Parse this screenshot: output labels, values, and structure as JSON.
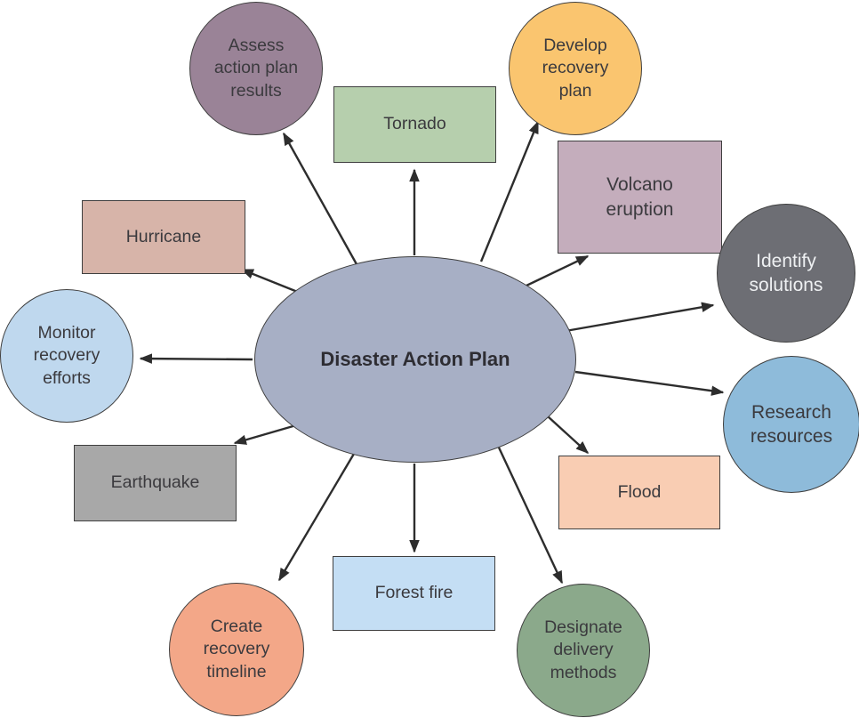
{
  "diagram": {
    "center": {
      "label": "Disaster Action Plan",
      "fill": "#a7afc5",
      "shape": "ellipse"
    },
    "nodes": {
      "assess": {
        "label": "Assess action plan results",
        "fill": "#9a8397",
        "shape": "circle"
      },
      "tornado": {
        "label": "Tornado",
        "fill": "#b6cfad",
        "shape": "rectangle"
      },
      "develop": {
        "label": "Develop recovery plan",
        "fill": "#fac56f",
        "shape": "circle"
      },
      "volcano": {
        "label": "Volcano eruption",
        "fill": "#c4adbc",
        "shape": "rectangle"
      },
      "hurricane": {
        "label": "Hurricane",
        "fill": "#d7b4a9",
        "shape": "rectangle"
      },
      "identify": {
        "label": "Identify solutions",
        "fill": "#6d6e74",
        "text_color": "#eef0f2",
        "shape": "circle"
      },
      "monitor": {
        "label": "Monitor recovery efforts",
        "fill": "#bfd8ee",
        "shape": "circle"
      },
      "research": {
        "label": "Research resources",
        "fill": "#8ebbda",
        "shape": "circle"
      },
      "earthquake": {
        "label": "Earthquake",
        "fill": "#a8a8a8",
        "shape": "rectangle"
      },
      "flood": {
        "label": "Flood",
        "fill": "#f9cdb3",
        "shape": "rectangle"
      },
      "forest_fire": {
        "label": "Forest fire",
        "fill": "#c4def4",
        "shape": "rectangle"
      },
      "create": {
        "label": "Create recovery timeline",
        "fill": "#f3a788",
        "shape": "circle"
      },
      "designate": {
        "label": "Designate delivery methods",
        "fill": "#8ba98b",
        "shape": "circle"
      }
    },
    "edges": [
      {
        "from": "center",
        "to": "assess"
      },
      {
        "from": "center",
        "to": "tornado"
      },
      {
        "from": "center",
        "to": "develop"
      },
      {
        "from": "center",
        "to": "volcano"
      },
      {
        "from": "center",
        "to": "identify"
      },
      {
        "from": "center",
        "to": "research"
      },
      {
        "from": "center",
        "to": "flood"
      },
      {
        "from": "center",
        "to": "designate"
      },
      {
        "from": "center",
        "to": "forest_fire"
      },
      {
        "from": "center",
        "to": "create"
      },
      {
        "from": "center",
        "to": "earthquake"
      },
      {
        "from": "center",
        "to": "hurricane"
      },
      {
        "from": "center",
        "to": "monitor"
      }
    ],
    "arrow_color": "#2d2d2d"
  }
}
